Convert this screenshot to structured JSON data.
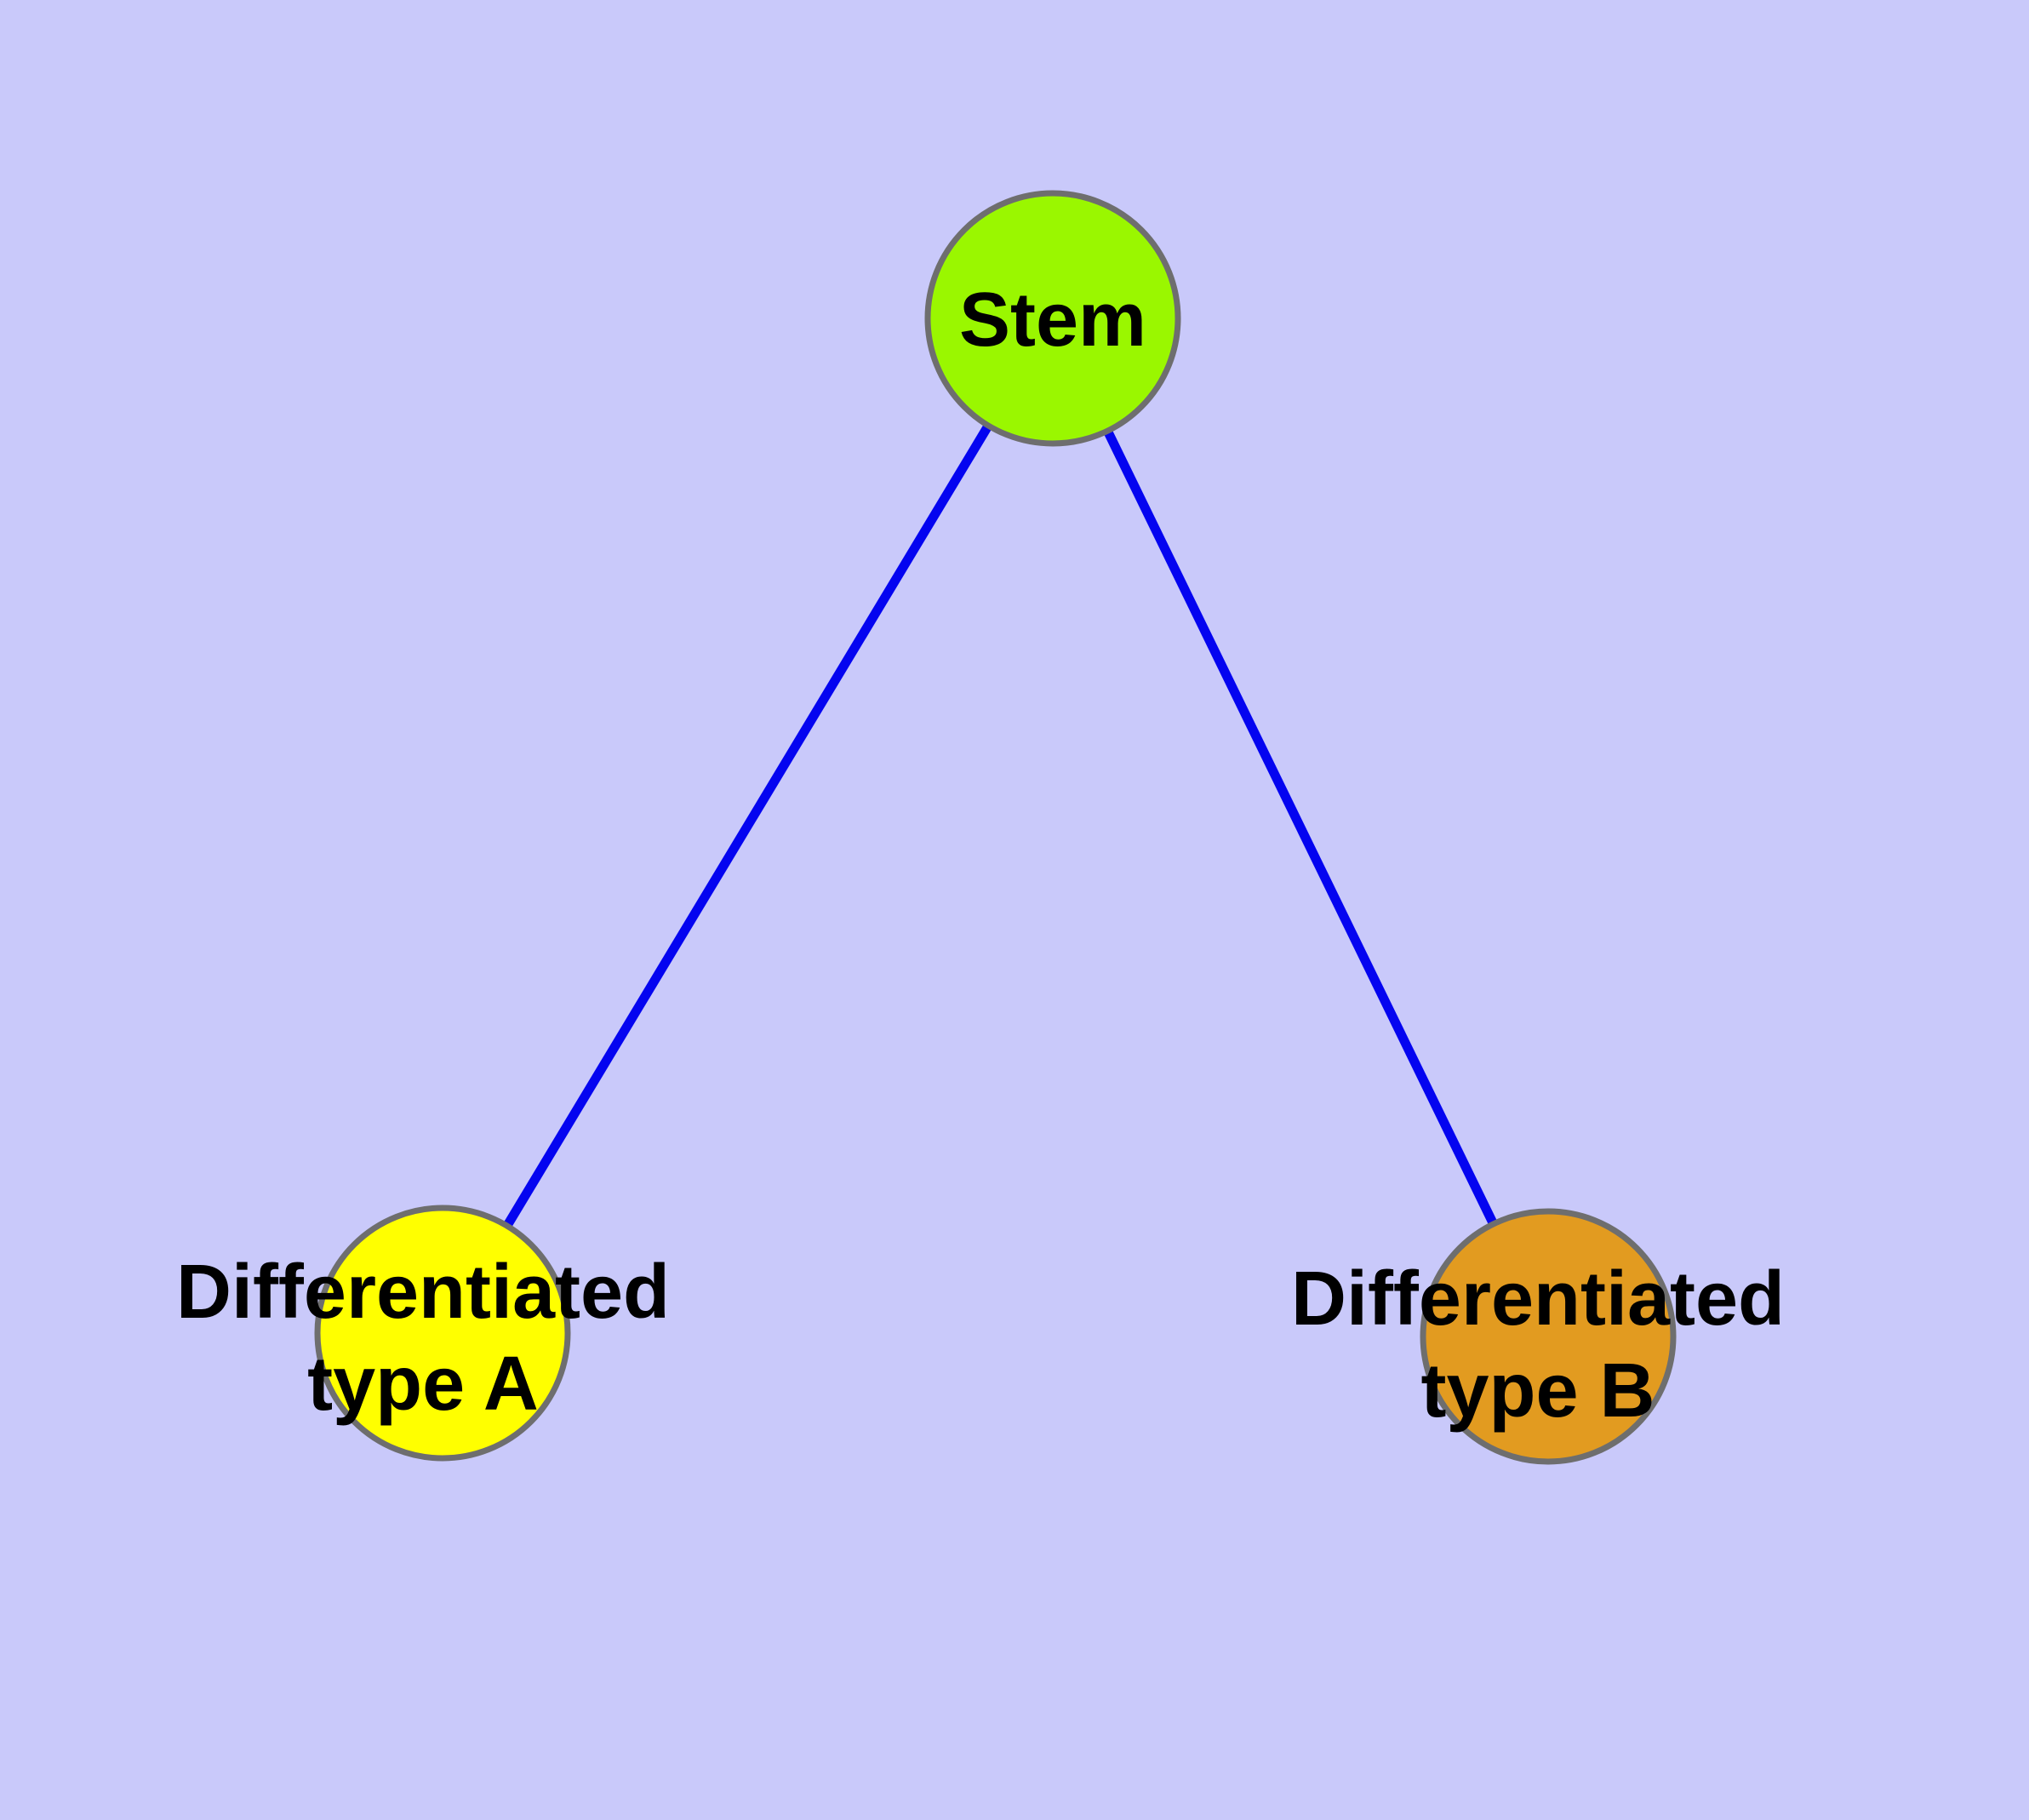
{
  "colors": {
    "background": "#C9C9FA",
    "edge": "#0404F0",
    "node_border": "#6E6E6E",
    "label": "#000000"
  },
  "nodes": {
    "stem": {
      "label": "Stem",
      "fill": "#9AF700"
    },
    "type_a": {
      "line1": "Differentiated",
      "line2": "type A",
      "fill": "#FFFF00"
    },
    "type_b": {
      "line1": "Differentiated",
      "line2": "type B",
      "fill": "#E29B20"
    }
  },
  "edges": [
    {
      "from": "Stem",
      "to": "Differentiated type A"
    },
    {
      "from": "Stem",
      "to": "Differentiated type B"
    }
  ]
}
